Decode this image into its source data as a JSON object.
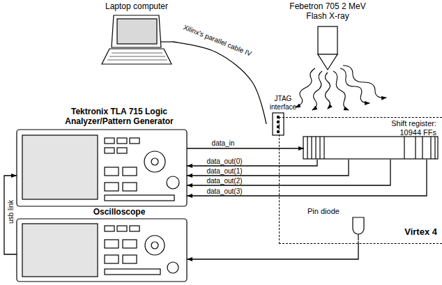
{
  "diagram": {
    "nodes": [
      {
        "text": [
          "Laptop computer"
        ]
      },
      {
        "text": [
          "Febetron 705 2 MeV Flash X-ray"
        ]
      },
      {
        "text": [
          "Tektronix TLA 715 Logic Analyzer/Pattern Generator"
        ]
      },
      {
        "text": [
          "JTAG interface"
        ]
      },
      {
        "text": [
          "Virtex 4"
        ]
      },
      {
        "text": [
          "Shift register: 10944 FFs"
        ],
        "in": 4
      },
      {
        "text": [
          "Pin diode"
        ],
        "in": 4
      },
      {
        "text": [
          "Oscilloscope"
        ]
      }
    ],
    "edges": [
      {
        "from": 0,
        "to": 3,
        "label": "Xilinx's parallel cable IV",
        "arrow": "none"
      },
      {
        "from": 2,
        "to": 5,
        "label": "data_in",
        "arrow": "to"
      },
      {
        "from": 5,
        "to": 2,
        "label": "data_out(0)",
        "arrow": "to"
      },
      {
        "from": 5,
        "to": 2,
        "label": "data_out(1)",
        "arrow": "to"
      },
      {
        "from": 5,
        "to": 2,
        "label": "data_out(2)",
        "arrow": "to"
      },
      {
        "from": 5,
        "to": 2,
        "label": "data_out(3)",
        "arrow": "to"
      },
      {
        "from": 6,
        "to": 7,
        "arrow": "to"
      },
      {
        "from": 7,
        "to": 2,
        "label": "usb link",
        "arrow": "to"
      }
    ]
  }
}
